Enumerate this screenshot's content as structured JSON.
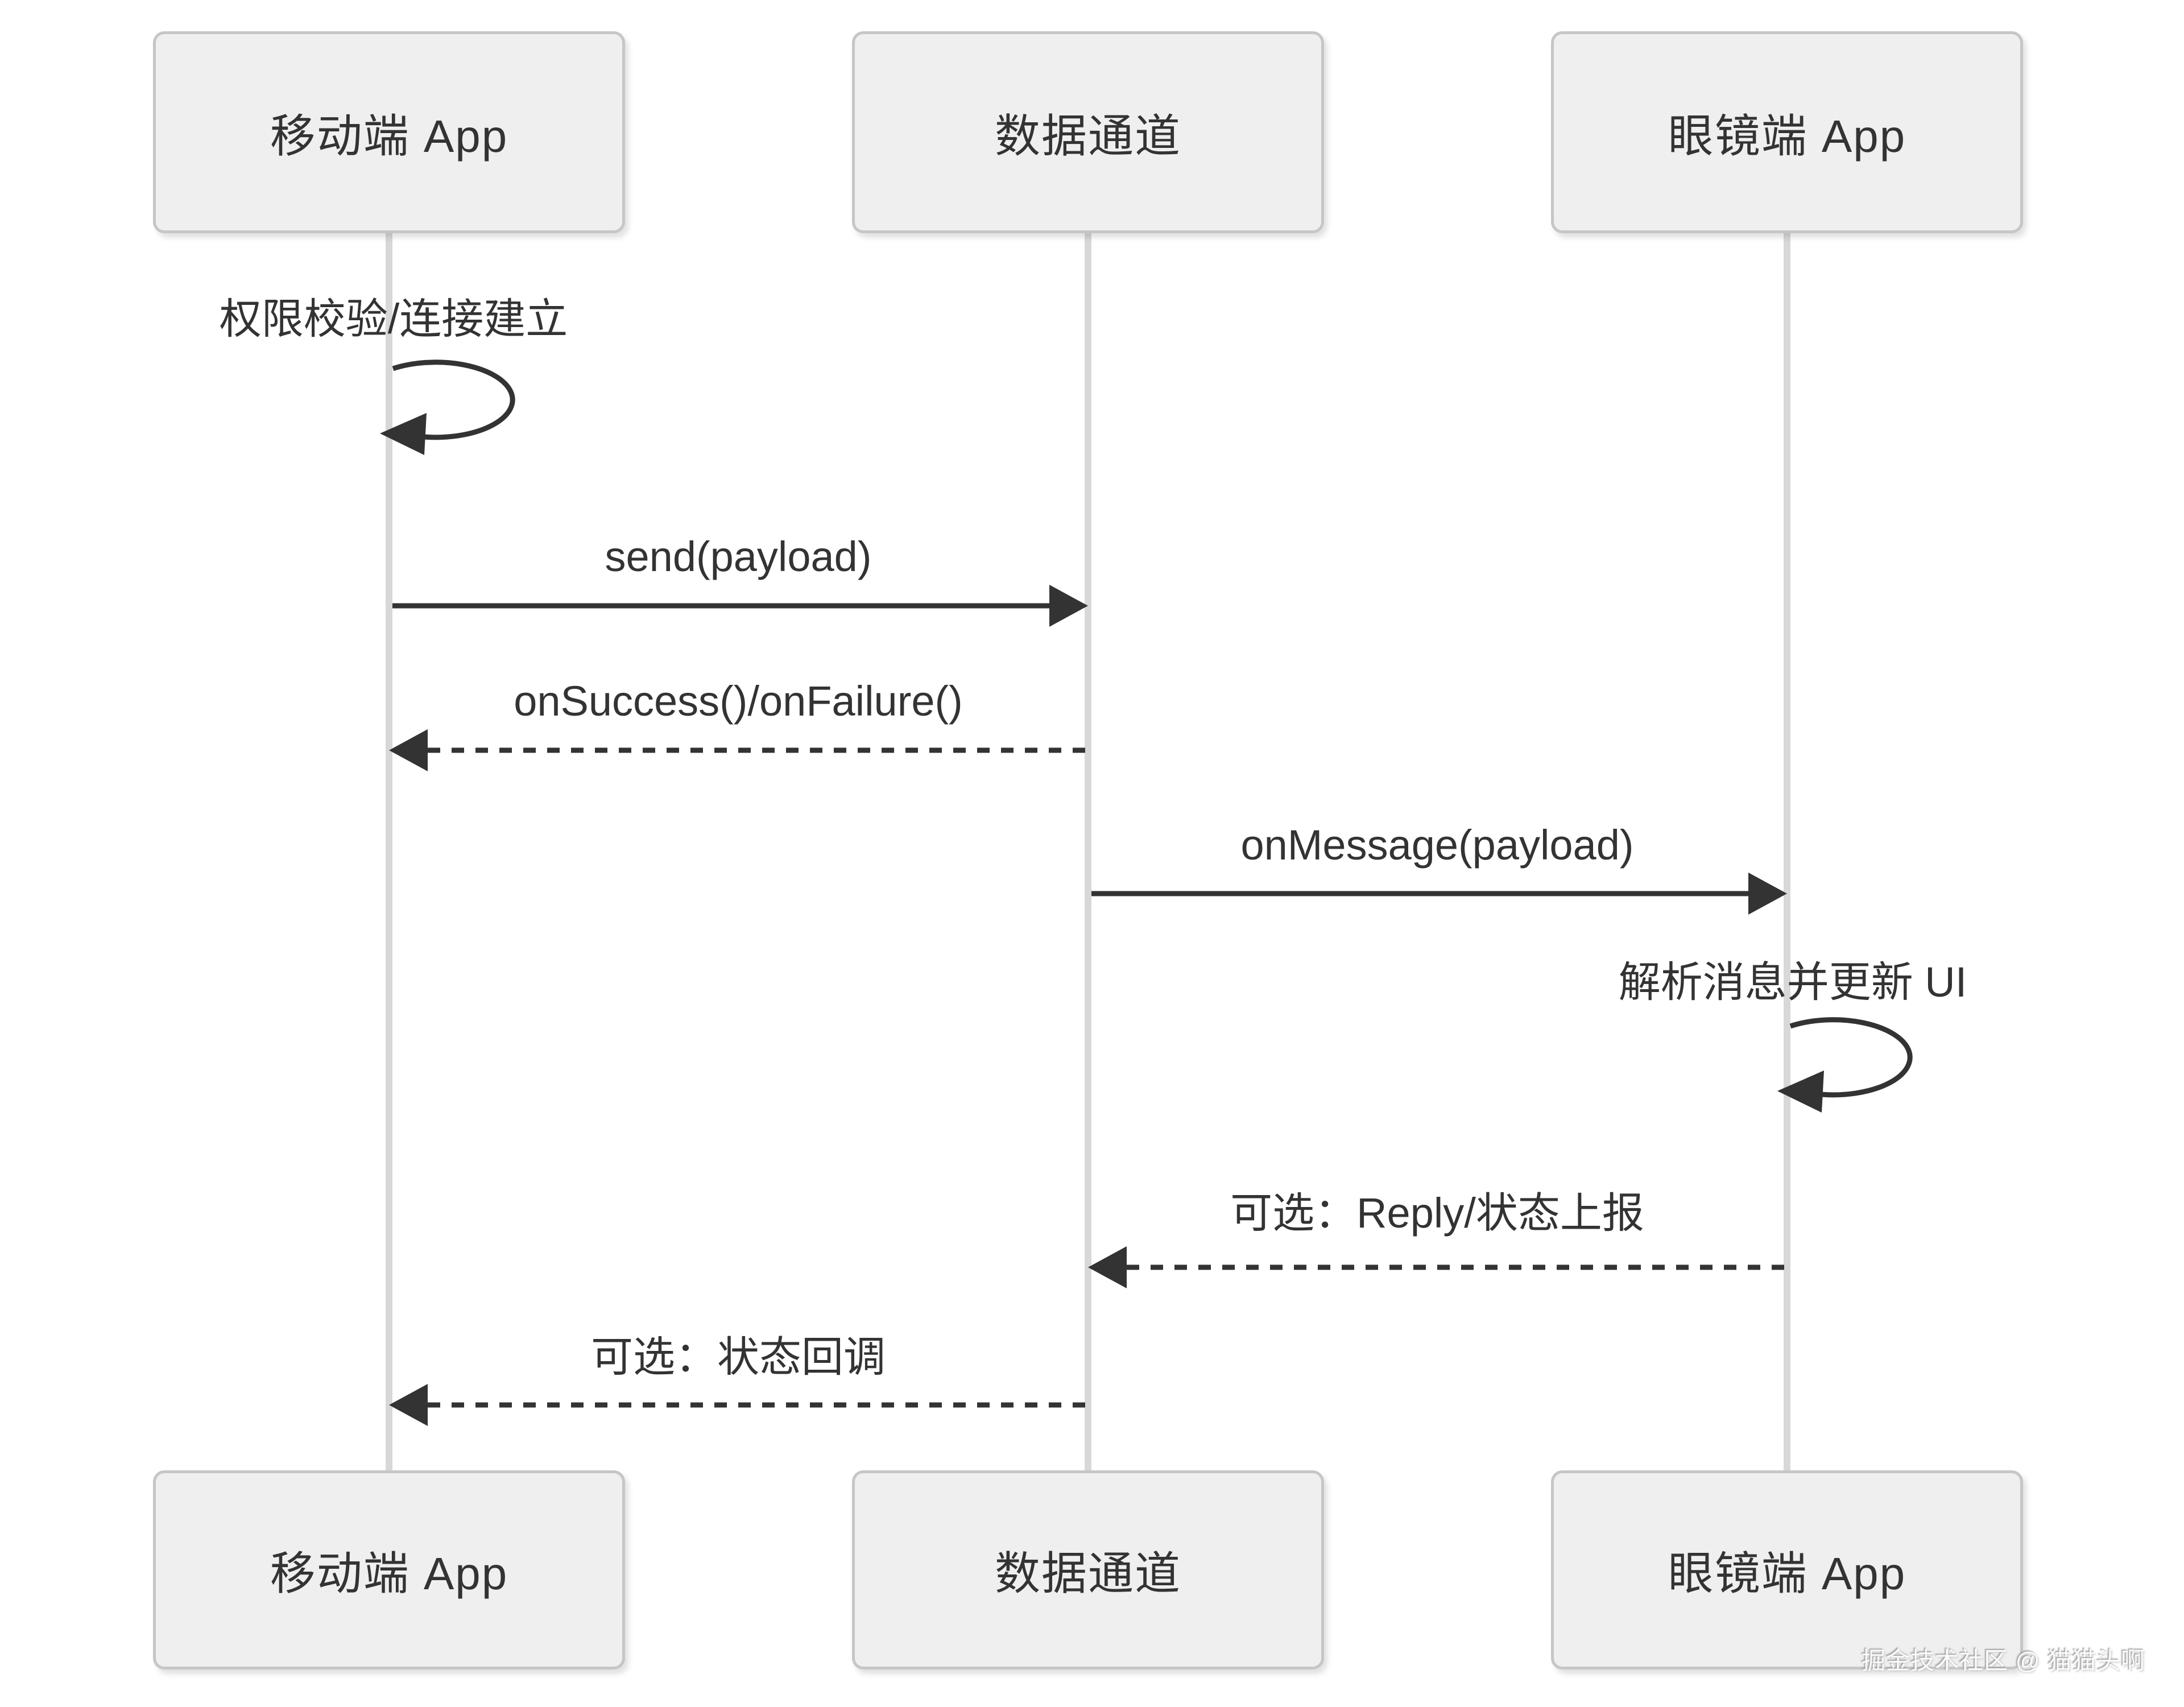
{
  "diagram": {
    "type": "sequence",
    "background": "#ffffff",
    "text_color": "#333333",
    "arrow_color": "#333333",
    "box_fill": "#efefef",
    "box_border": "#c6c6c6",
    "lifeline_color": "#d8d8d8",
    "watermark_color": "#fbfbfb"
  },
  "actors": [
    {
      "id": "mobile",
      "label": "移动端 App"
    },
    {
      "id": "channel",
      "label": "数据通道"
    },
    {
      "id": "glasses",
      "label": "眼镜端 App"
    }
  ],
  "messages": [
    {
      "seq": 1,
      "from": "mobile",
      "to": "mobile",
      "kind": "self-loop",
      "text": "权限校验/连接建立"
    },
    {
      "seq": 2,
      "from": "mobile",
      "to": "channel",
      "kind": "solid",
      "text": "send(payload)"
    },
    {
      "seq": 3,
      "from": "channel",
      "to": "mobile",
      "kind": "dashed",
      "text": "onSuccess()/onFailure()"
    },
    {
      "seq": 4,
      "from": "channel",
      "to": "glasses",
      "kind": "solid",
      "text": "onMessage(payload)"
    },
    {
      "seq": 5,
      "from": "glasses",
      "to": "glasses",
      "kind": "self-loop",
      "text": "解析消息并更新 UI"
    },
    {
      "seq": 6,
      "from": "glasses",
      "to": "channel",
      "kind": "dashed",
      "text": "可选：Reply/状态上报"
    },
    {
      "seq": 7,
      "from": "channel",
      "to": "mobile",
      "kind": "dashed",
      "text": "可选：状态回调"
    }
  ],
  "watermark": "掘金技术社区 @ 猫猫头啊"
}
